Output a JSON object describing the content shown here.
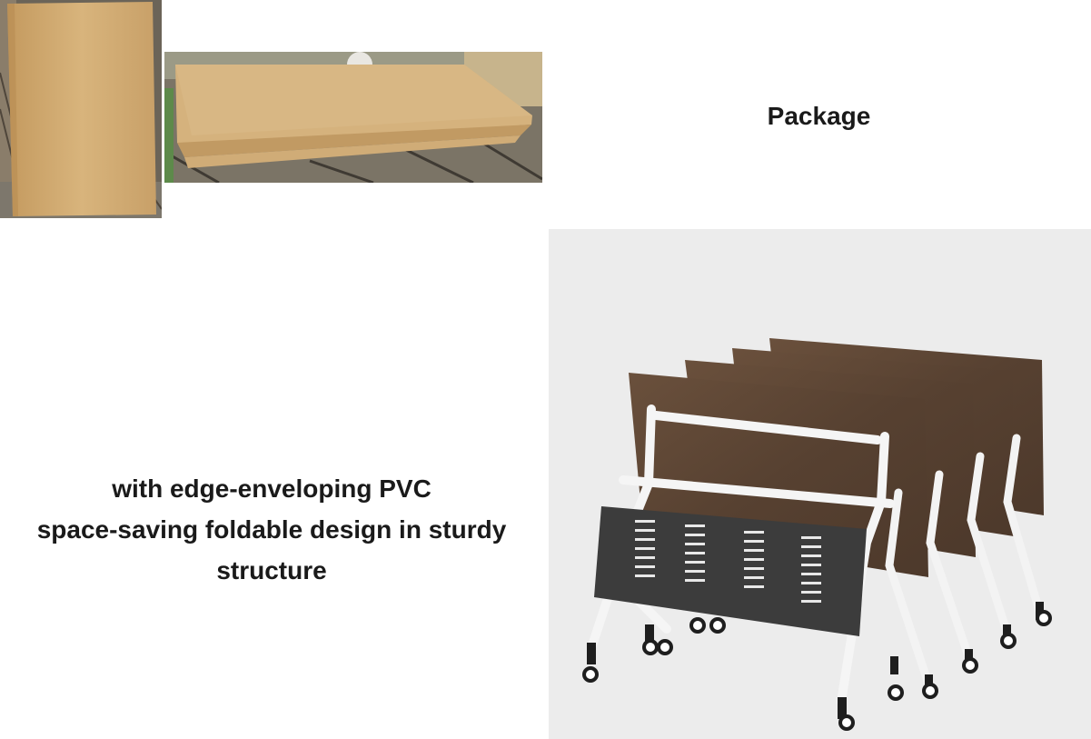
{
  "package_section": {
    "heading": "Package"
  },
  "feature_section": {
    "lines": [
      "with edge-enveloping PVC",
      "space-saving foldable design in sturdy",
      "structure"
    ]
  },
  "colors": {
    "cardboard": "#d4ad74",
    "tabletop_walnut": "#5e4634",
    "frame_white": "#f4f4f4",
    "modesty_panel": "#3a3a3a",
    "photo_background": "#ececec"
  }
}
